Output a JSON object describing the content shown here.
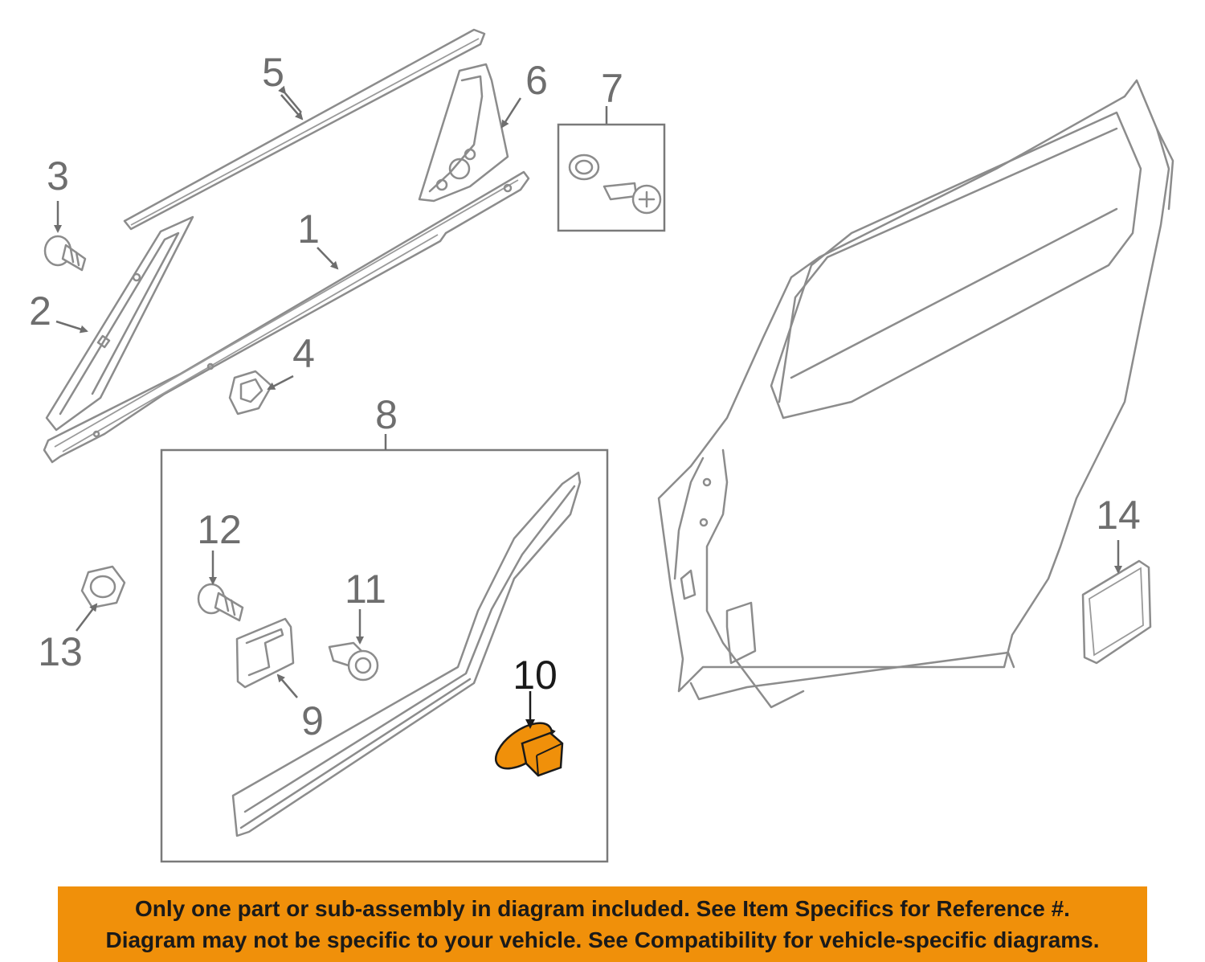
{
  "diagram": {
    "callouts": [
      "1",
      "2",
      "3",
      "4",
      "5",
      "6",
      "7",
      "8",
      "9",
      "10",
      "11",
      "12",
      "13",
      "14"
    ],
    "highlighted_part": "10",
    "colors": {
      "highlight": "#f0900a",
      "line": "#8c8c8c",
      "banner_bg": "#f0900a",
      "banner_text": "#1a1a1a"
    }
  },
  "banner": {
    "line1": "Only one part or sub-assembly in diagram included. See Item Specifics for Reference #.",
    "line2": "Diagram may not be specific to your vehicle. See Compatibility for vehicle-specific diagrams."
  }
}
